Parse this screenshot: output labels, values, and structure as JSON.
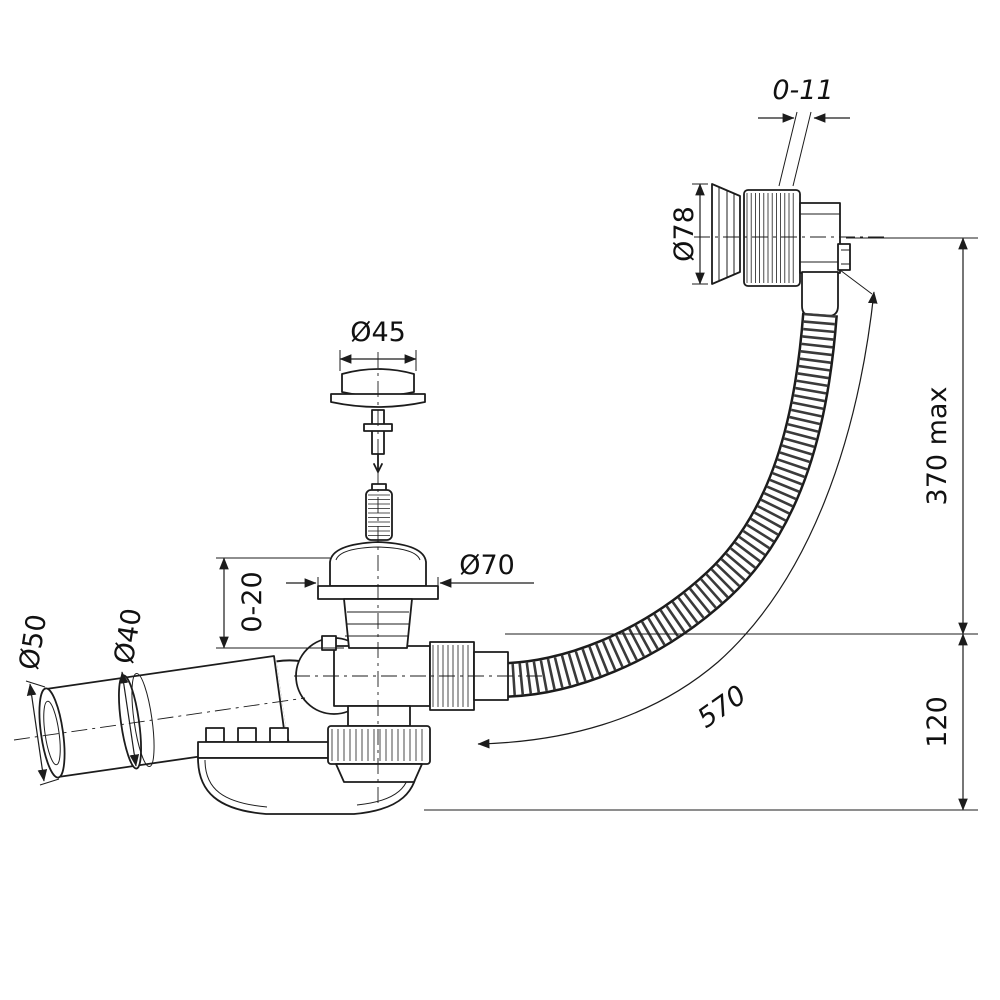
{
  "dims": {
    "overflow_adjust": "0-11",
    "overflow_diameter": "Ø78",
    "plug_diameter": "Ø45",
    "flange_diameter": "Ø70",
    "height_adjust": "0-20",
    "outlet_diameter": "Ø50",
    "pipe_diameter": "Ø40",
    "max_height": "370 max",
    "trap_height": "120",
    "hose_length": "570"
  },
  "colors": {
    "line": "#1c1c1c",
    "background": "#ffffff"
  }
}
